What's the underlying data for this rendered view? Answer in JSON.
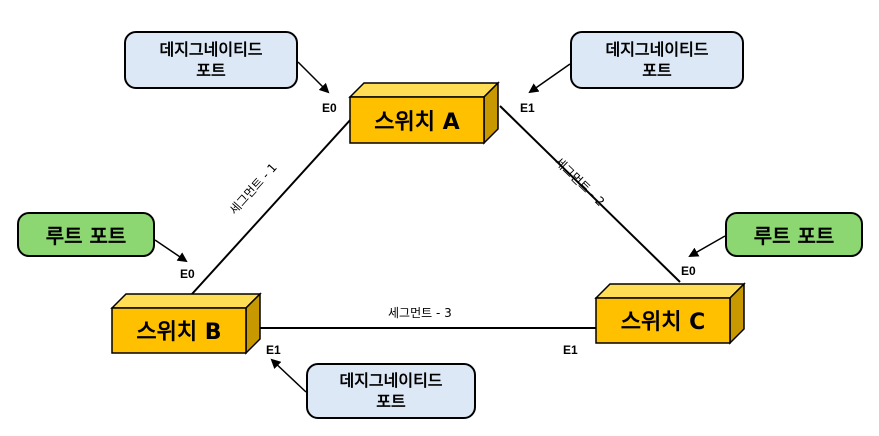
{
  "switches": {
    "a": {
      "label": "스위치 A"
    },
    "b": {
      "label": "스위치 B"
    },
    "c": {
      "label": "스위치 C"
    }
  },
  "segments": {
    "s1": "세그먼트 - 1",
    "s2": "세그먼트 - 2",
    "s3": "세그먼트 - 3"
  },
  "ports": {
    "a_e0": "E0",
    "a_e1": "E1",
    "b_e0": "E0",
    "b_e1": "E1",
    "c_e0": "E0",
    "c_e1": "E1"
  },
  "callouts": {
    "designated_a_left": "데지그네이티드\n포트",
    "designated_a_right": "데지그네이티드\n포트",
    "designated_b": "데지그네이티드\n포트",
    "root_b": "루트 포트",
    "root_c": "루트 포트"
  },
  "colors": {
    "switch_front": "#ffc000",
    "switch_top": "#ffdd55",
    "switch_side": "#c79800",
    "designated_fill": "#dde8f6",
    "root_fill": "#8dd772"
  }
}
